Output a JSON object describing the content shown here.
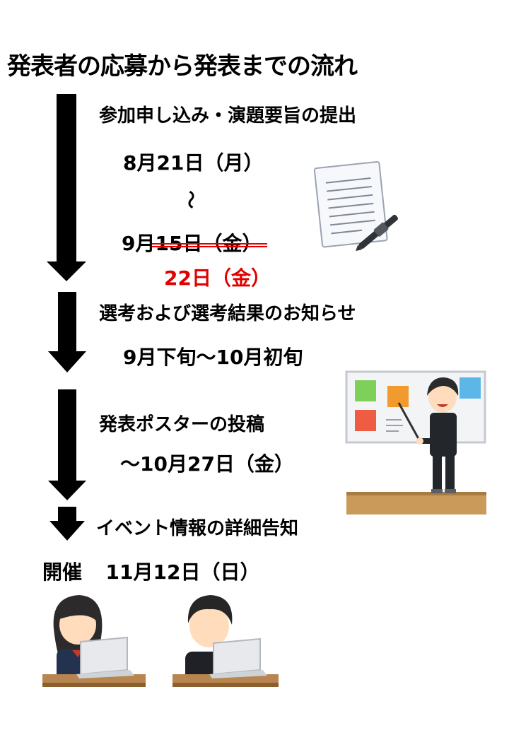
{
  "title": "発表者の応募から発表までの流れ",
  "step1": {
    "heading": "参加申し込み・演題要旨の提出",
    "start": "8月21日（月）",
    "tilde": "～",
    "end_month": "9月",
    "end_old": "15日（金）",
    "end_new": "22日（金）"
  },
  "step2": {
    "heading": "選考および選考結果のお知らせ",
    "date": "9月下旬～10月初旬"
  },
  "step3": {
    "heading": "発表ポスターの投稿",
    "date": "～10月27日（金）"
  },
  "step4": {
    "heading": "イベント情報の詳細告知"
  },
  "event": {
    "label": "開催",
    "date": "11月12日（日）"
  },
  "colors": {
    "red": "#e00000",
    "arrow": "#000000"
  }
}
